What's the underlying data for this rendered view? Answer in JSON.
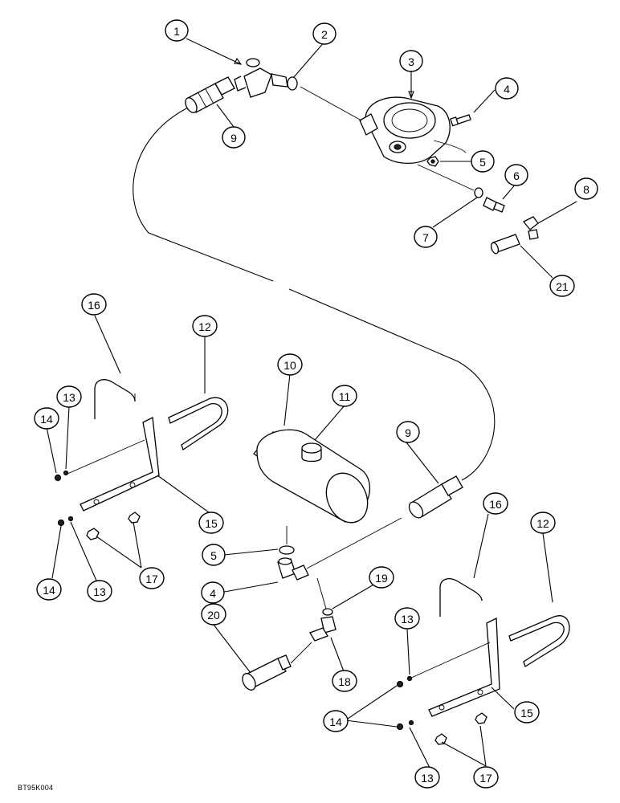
{
  "diagram": {
    "figure_code": "BT95K004",
    "callouts": [
      {
        "label": "1"
      },
      {
        "label": "2"
      },
      {
        "label": "3"
      },
      {
        "label": "4"
      },
      {
        "label": "5"
      },
      {
        "label": "6"
      },
      {
        "label": "7"
      },
      {
        "label": "8"
      },
      {
        "label": "9"
      },
      {
        "label": "21"
      },
      {
        "label": "16"
      },
      {
        "label": "12"
      },
      {
        "label": "10"
      },
      {
        "label": "11"
      },
      {
        "label": "13"
      },
      {
        "label": "14"
      },
      {
        "label": "9"
      },
      {
        "label": "15"
      },
      {
        "label": "5"
      },
      {
        "label": "4"
      },
      {
        "label": "19"
      },
      {
        "label": "16"
      },
      {
        "label": "12"
      },
      {
        "label": "14"
      },
      {
        "label": "13"
      },
      {
        "label": "17"
      },
      {
        "label": "20"
      },
      {
        "label": "13"
      },
      {
        "label": "18"
      },
      {
        "label": "14"
      },
      {
        "label": "15"
      },
      {
        "label": "13"
      },
      {
        "label": "17"
      }
    ]
  }
}
